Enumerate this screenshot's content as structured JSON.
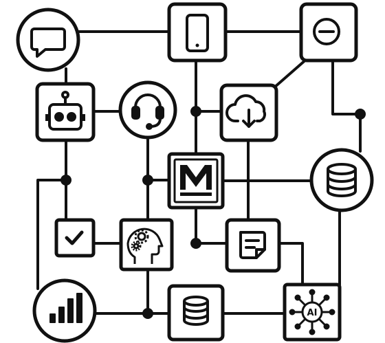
{
  "diagram": {
    "nodes": [
      {
        "id": "chat",
        "icon": "chat-bubble-icon"
      },
      {
        "id": "phone",
        "icon": "smartphone-icon"
      },
      {
        "id": "minus",
        "icon": "minus-circle-icon"
      },
      {
        "id": "robot",
        "icon": "robot-icon"
      },
      {
        "id": "headset",
        "icon": "headset-icon"
      },
      {
        "id": "cloud",
        "icon": "cloud-download-icon"
      },
      {
        "id": "logo-m",
        "icon": "m-logo-icon"
      },
      {
        "id": "database-large",
        "icon": "database-icon"
      },
      {
        "id": "check",
        "icon": "checkbox-check-icon"
      },
      {
        "id": "head-gears",
        "icon": "head-gears-icon"
      },
      {
        "id": "document",
        "icon": "document-icon"
      },
      {
        "id": "bar-chart",
        "icon": "bar-chart-icon"
      },
      {
        "id": "database-small",
        "icon": "database-icon"
      },
      {
        "id": "ai-chip",
        "icon": "ai-network-icon",
        "label": "AI"
      }
    ],
    "connections": [
      [
        "chat",
        "phone"
      ],
      [
        "phone",
        "minus"
      ],
      [
        "chat",
        "robot"
      ],
      [
        "robot",
        "headset"
      ],
      [
        "minus",
        "cloud"
      ],
      [
        "minus",
        "database-large"
      ],
      [
        "phone",
        "logo-m"
      ],
      [
        "cloud",
        "document"
      ],
      [
        "logo-m",
        "database-large"
      ],
      [
        "logo-m",
        "head-gears"
      ],
      [
        "robot",
        "check"
      ],
      [
        "check",
        "head-gears"
      ],
      [
        "headset",
        "database-small"
      ],
      [
        "document",
        "ai-chip"
      ],
      [
        "database-large",
        "ai-chip"
      ],
      [
        "bar-chart",
        "database-small"
      ],
      [
        "database-small",
        "ai-chip"
      ],
      [
        "robot",
        "bar-chart"
      ]
    ]
  }
}
